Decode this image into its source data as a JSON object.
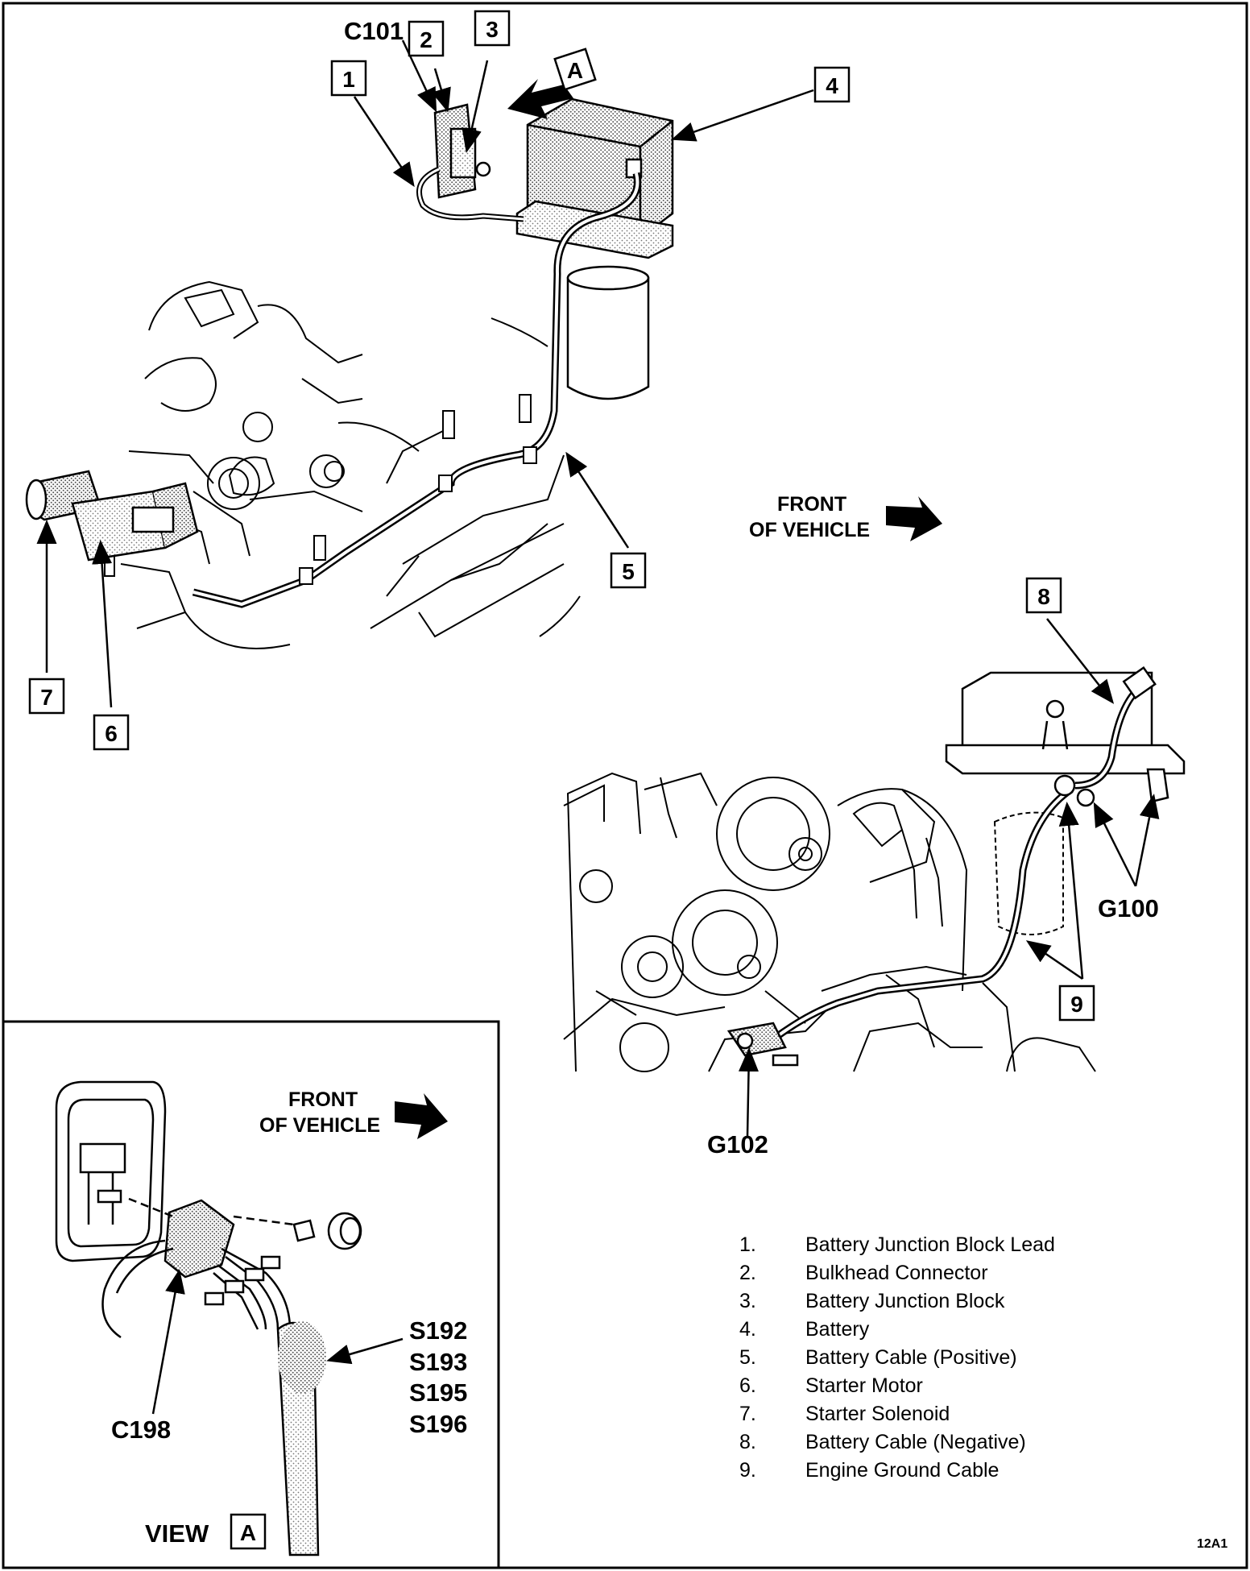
{
  "callouts": {
    "c1": "1",
    "c2": "2",
    "c3": "3",
    "c4": "4",
    "c5": "5",
    "c6": "6",
    "c7": "7",
    "c8": "8",
    "c9": "9",
    "view_a_arrow": "A"
  },
  "codes": {
    "c101": "C101",
    "g100": "G100",
    "g102": "G102",
    "c198": "C198",
    "splices": [
      "S192",
      "S193",
      "S195",
      "S196"
    ]
  },
  "front_of_vehicle": {
    "line1": "FRONT",
    "line2": "OF VEHICLE"
  },
  "view_a": {
    "label": "VIEW",
    "letter": "A"
  },
  "legend": [
    {
      "num": "1.",
      "label": "Battery Junction Block Lead"
    },
    {
      "num": "2.",
      "label": "Bulkhead Connector"
    },
    {
      "num": "3.",
      "label": "Battery Junction Block"
    },
    {
      "num": "4.",
      "label": "Battery"
    },
    {
      "num": "5.",
      "label": "Battery Cable (Positive)"
    },
    {
      "num": "6.",
      "label": "Starter Motor"
    },
    {
      "num": "7.",
      "label": "Starter Solenoid"
    },
    {
      "num": "8.",
      "label": "Battery Cable (Negative)"
    },
    {
      "num": "9.",
      "label": "Engine Ground Cable"
    }
  ],
  "figure_id": "12A1"
}
